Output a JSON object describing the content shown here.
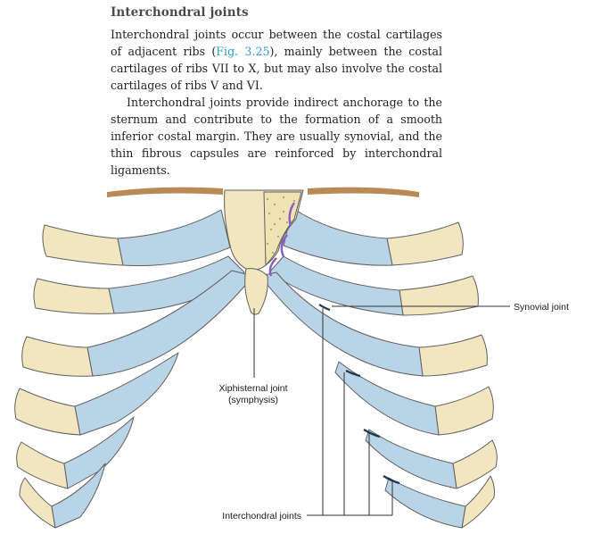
{
  "section": {
    "heading": "Interchondral joints",
    "paragraph1": {
      "before_ref": "Interchondral joints occur between the costal cartilages of adjacent ribs (",
      "ref": "Fig. 3.25",
      "after_ref": "), mainly between the costal cartilages of ribs VII to X, but may also involve the costal cartilages of ribs V and VI."
    },
    "paragraph2": "Interchondral joints provide indirect anchorage to the sternum and contribute to the formation of a smooth inferior costal margin. They are usually synovial, and the thin fibrous capsules are reinforced by interchondral ligaments."
  },
  "figure": {
    "labels": {
      "synovial_joint": "Synovial joint",
      "xiphisternal_line1": "Xiphisternal joint",
      "xiphisternal_line2": "(symphysis)",
      "interchondral_joints": "Interchondral joints"
    },
    "colors": {
      "bone": "#f1e6bf",
      "cartilage": "#b9d4e7",
      "outline": "#5f5f5f",
      "joint_capsule": "#8a5bbf",
      "leader_line": "#333333",
      "figure_ref": "#2a9fc9"
    }
  }
}
